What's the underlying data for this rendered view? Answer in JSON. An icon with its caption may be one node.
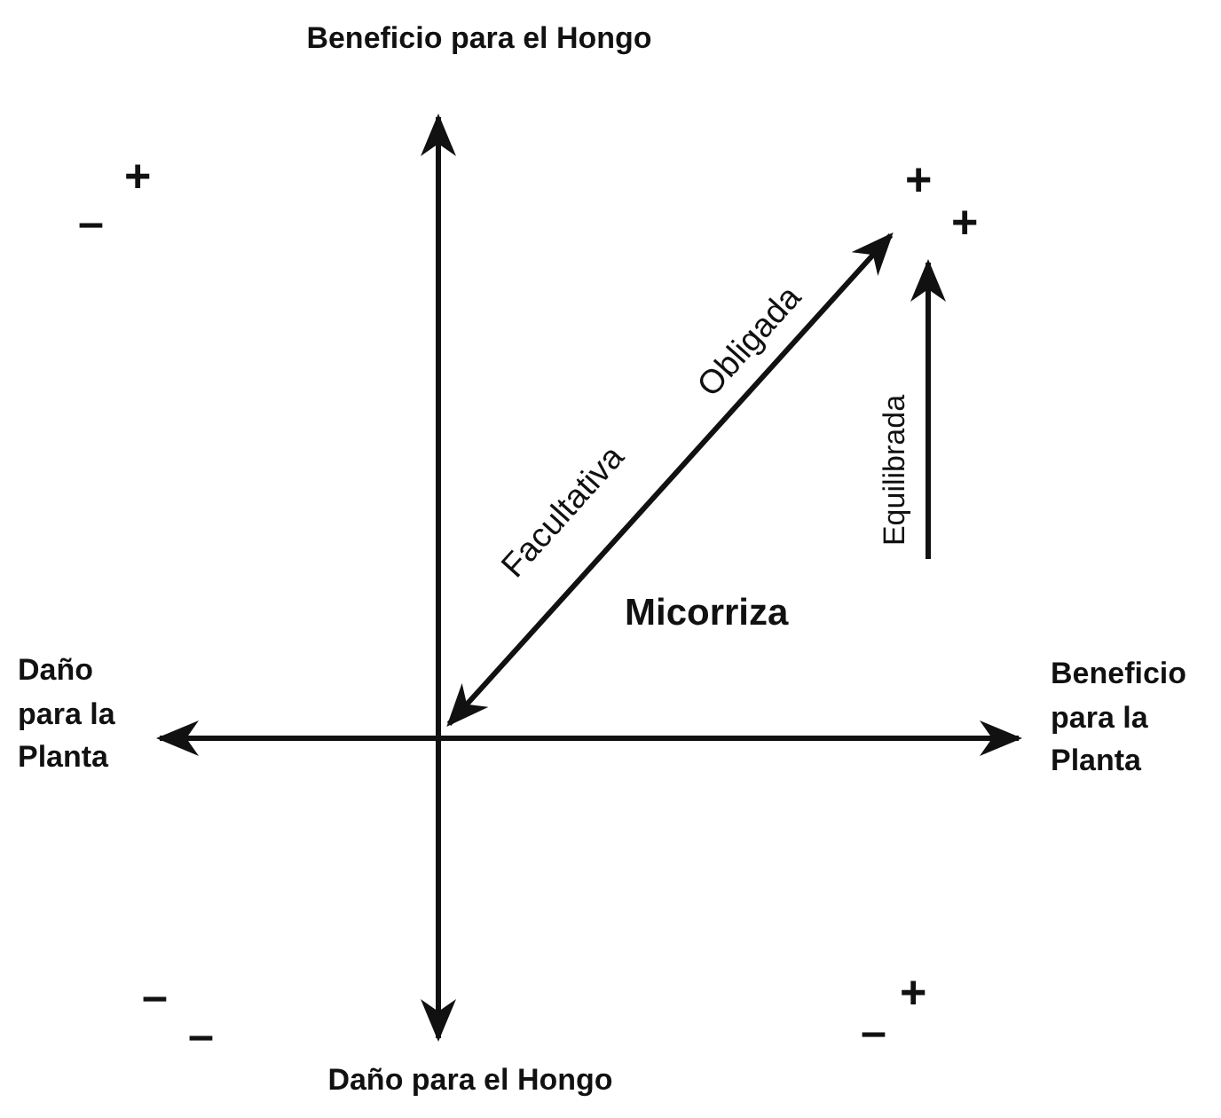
{
  "diagram": {
    "nodes": [
      {
        "text": [
          "Beneficio para el Hongo"
        ]
      },
      {
        "text": [
          "Daño para la Planta"
        ]
      },
      {
        "text": [
          "Beneficio para la Planta"
        ]
      },
      {
        "text": [
          "Daño para el Hongo"
        ]
      },
      {
        "text": [
          "+",
          "+"
        ]
      }
    ],
    "edges": [
      {
        "from": null,
        "to": 0,
        "arrow": "to"
      },
      {
        "from": null,
        "to": 1,
        "arrow": "to"
      },
      {
        "from": null,
        "to": 2,
        "arrow": "to"
      },
      {
        "from": null,
        "to": 3,
        "arrow": "to"
      },
      {
        "from": null,
        "to": 4,
        "arrow": "both"
      },
      {
        "from": null,
        "to": 4,
        "arrow": "to",
        "label": "Equilibrada"
      }
    ],
    "labels": [
      "–",
      "+",
      "Facultativa",
      "Obligada",
      "Micorriza",
      "–",
      "–",
      "–",
      "+"
    ]
  }
}
